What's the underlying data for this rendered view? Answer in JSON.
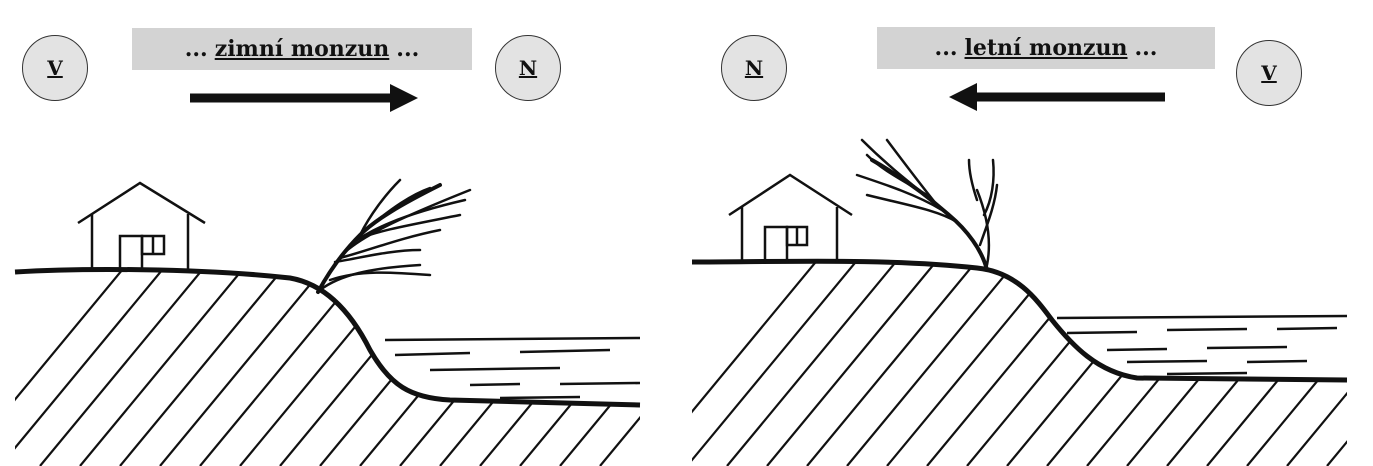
{
  "left": {
    "origin_label": "V",
    "destination_label": "N",
    "dots_before": "...",
    "banner_text": "zimní monzun",
    "dots_after": "...",
    "arrow_direction": "right"
  },
  "right": {
    "origin_label": "V",
    "destination_label": "N",
    "dots_before": "...",
    "banner_text": "letní monzun",
    "dots_after": "...",
    "arrow_direction": "left"
  },
  "colors": {
    "banner": "#d3d3d3",
    "circle": "#e3e3e3",
    "ink": "#111111"
  }
}
